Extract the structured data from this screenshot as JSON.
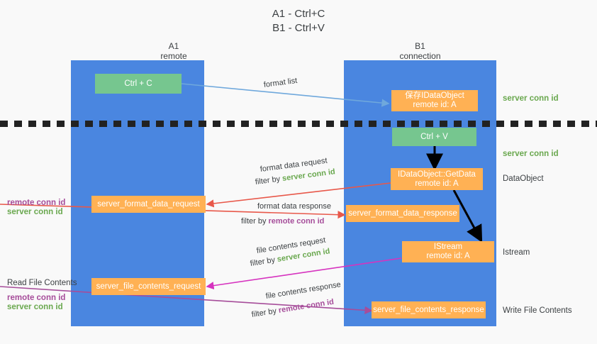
{
  "title": {
    "line1": "A1 - Ctrl+C",
    "line2": "B1 - Ctrl+V"
  },
  "columns": [
    {
      "name": "A1",
      "role": "remote"
    },
    {
      "name": "B1",
      "role": "connection"
    }
  ],
  "boxes": {
    "ctrl_c": "Ctrl + C",
    "save_idataobject_l1": "保存IDataObject",
    "save_idataobject_l2": "remote id: A",
    "ctrl_v": "Ctrl + V",
    "getdata_l1": "IDataObject::GetData",
    "getdata_l2": "remote id: A",
    "server_format_data_request": "server_format_data_request",
    "server_format_data_response": "server_format_data_response",
    "istream_l1": "IStream",
    "istream_l2": "remote id: A",
    "server_file_contents_request": "server_file_contents_request",
    "server_file_contents_response": "server_file_contents_response"
  },
  "mid_labels": {
    "format_list": "format list",
    "format_data_request": "format data request",
    "format_data_request_filter_prefix": "filter by ",
    "format_data_request_filter_value": "server conn id",
    "format_data_response": "format data response",
    "format_data_response_filter_prefix": "filter by ",
    "format_data_response_filter_value": "remote conn id",
    "file_contents_request": "file contents request",
    "file_contents_request_filter_prefix": "filter by ",
    "file_contents_request_filter_value": "server conn id",
    "file_contents_response": "file contents response",
    "file_contents_response_filter_prefix": "filter by ",
    "file_contents_response_filter_value": "remote conn id"
  },
  "right_labels": {
    "server_conn_id_top": "server conn id",
    "server_conn_id_mid": "server conn id",
    "dataobject": "DataObject",
    "istream": "Istream",
    "write_file_contents": "Write File Contents"
  },
  "left_labels": {
    "remote_conn_id_1": "remote conn id",
    "server_conn_id_1": "server conn id",
    "read_file_contents": "Read File Contents",
    "remote_conn_id_2": "remote conn id",
    "server_conn_id_2": "server conn id"
  },
  "colors": {
    "lane_blue": "#4a86e0",
    "box_green": "#76c68f",
    "box_orange": "#ffb154",
    "accent_green": "#6aa84f",
    "accent_purple": "#a64d9a",
    "arrow_lightblue": "#6fa8dc",
    "arrow_red": "#e8584a",
    "arrow_magenta": "#d633bf",
    "arrow_purple": "#a64d9a",
    "arrow_black": "#000000",
    "background": "#f9f9f9",
    "text_dark": "#3c4043"
  }
}
